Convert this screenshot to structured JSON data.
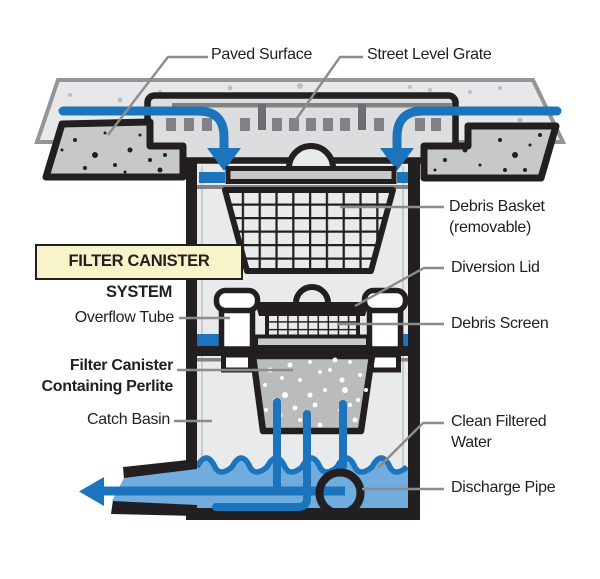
{
  "title": {
    "system_box": "FILTER CANISTER SYSTEM"
  },
  "labels": {
    "paved_surface": "Paved Surface",
    "street_level_grate": "Street Level Grate",
    "debris_basket_line1": "Debris Basket",
    "debris_basket_line2": "(removable)",
    "diversion_lid": "Diversion Lid",
    "overflow_tube": "Overflow Tube",
    "debris_screen": "Debris Screen",
    "filter_canister_line1": "Filter Canister",
    "filter_canister_line2": "Containing Perlite",
    "catch_basin": "Catch Basin",
    "clean_filtered_water_line1": "Clean Filtered",
    "clean_filtered_water_line2": "Water",
    "discharge_pipe": "Discharge Pipe"
  },
  "colors": {
    "outline_black": "#231F20",
    "water_dark_blue": "#1C75BC",
    "water_light_blue": "#71ACDF",
    "chamber_gray": "#E9EAEB",
    "slab_gray": "#C6C8CA",
    "perlite_gray": "#B9BBBD",
    "slot_gray": "#808285",
    "street_gray": "#E7E8E9",
    "label_box_yellow": "#F8F4C9",
    "leader_gray": "#8A8C8E"
  }
}
